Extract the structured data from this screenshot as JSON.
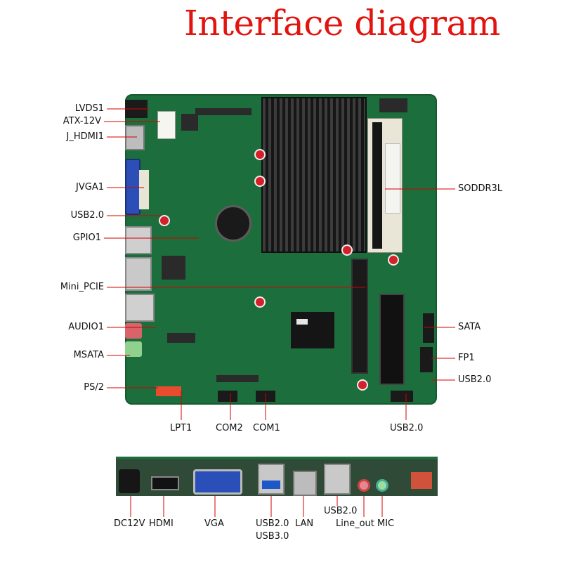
{
  "title": "Interface diagram",
  "board_labels": {
    "lvds1": "LVDS1",
    "atx12v": "ATX-12V",
    "jhdmi1": "J_HDMI1",
    "jvga1": "JVGA1",
    "usb20_left": "USB2.0",
    "gpio1": "GPIO1",
    "mini_pcie": "Mini_PCIE",
    "audio1": "AUDIO1",
    "msata": "MSATA",
    "ps2": "PS/2",
    "lpt1": "LPT1",
    "com2": "COM2",
    "com1": "COM1",
    "usb20_bottom": "USB2.0",
    "soddr3l": "SODDR3L",
    "sata": "SATA",
    "fp1": "FP1",
    "usb20_right": "USB2.0"
  },
  "io_labels": {
    "dc12v": "DC12V",
    "hdmi": "HDMI",
    "vga": "VGA",
    "usb20": "USB2.0",
    "usb30": "USB3.0",
    "lan": "LAN",
    "usb20_b": "USB2.0",
    "line_out": "Line_out",
    "mic": "MIC"
  },
  "colors": {
    "title": "#e2140f",
    "pcb": "#1c6f3c",
    "leader": "#d40000"
  }
}
